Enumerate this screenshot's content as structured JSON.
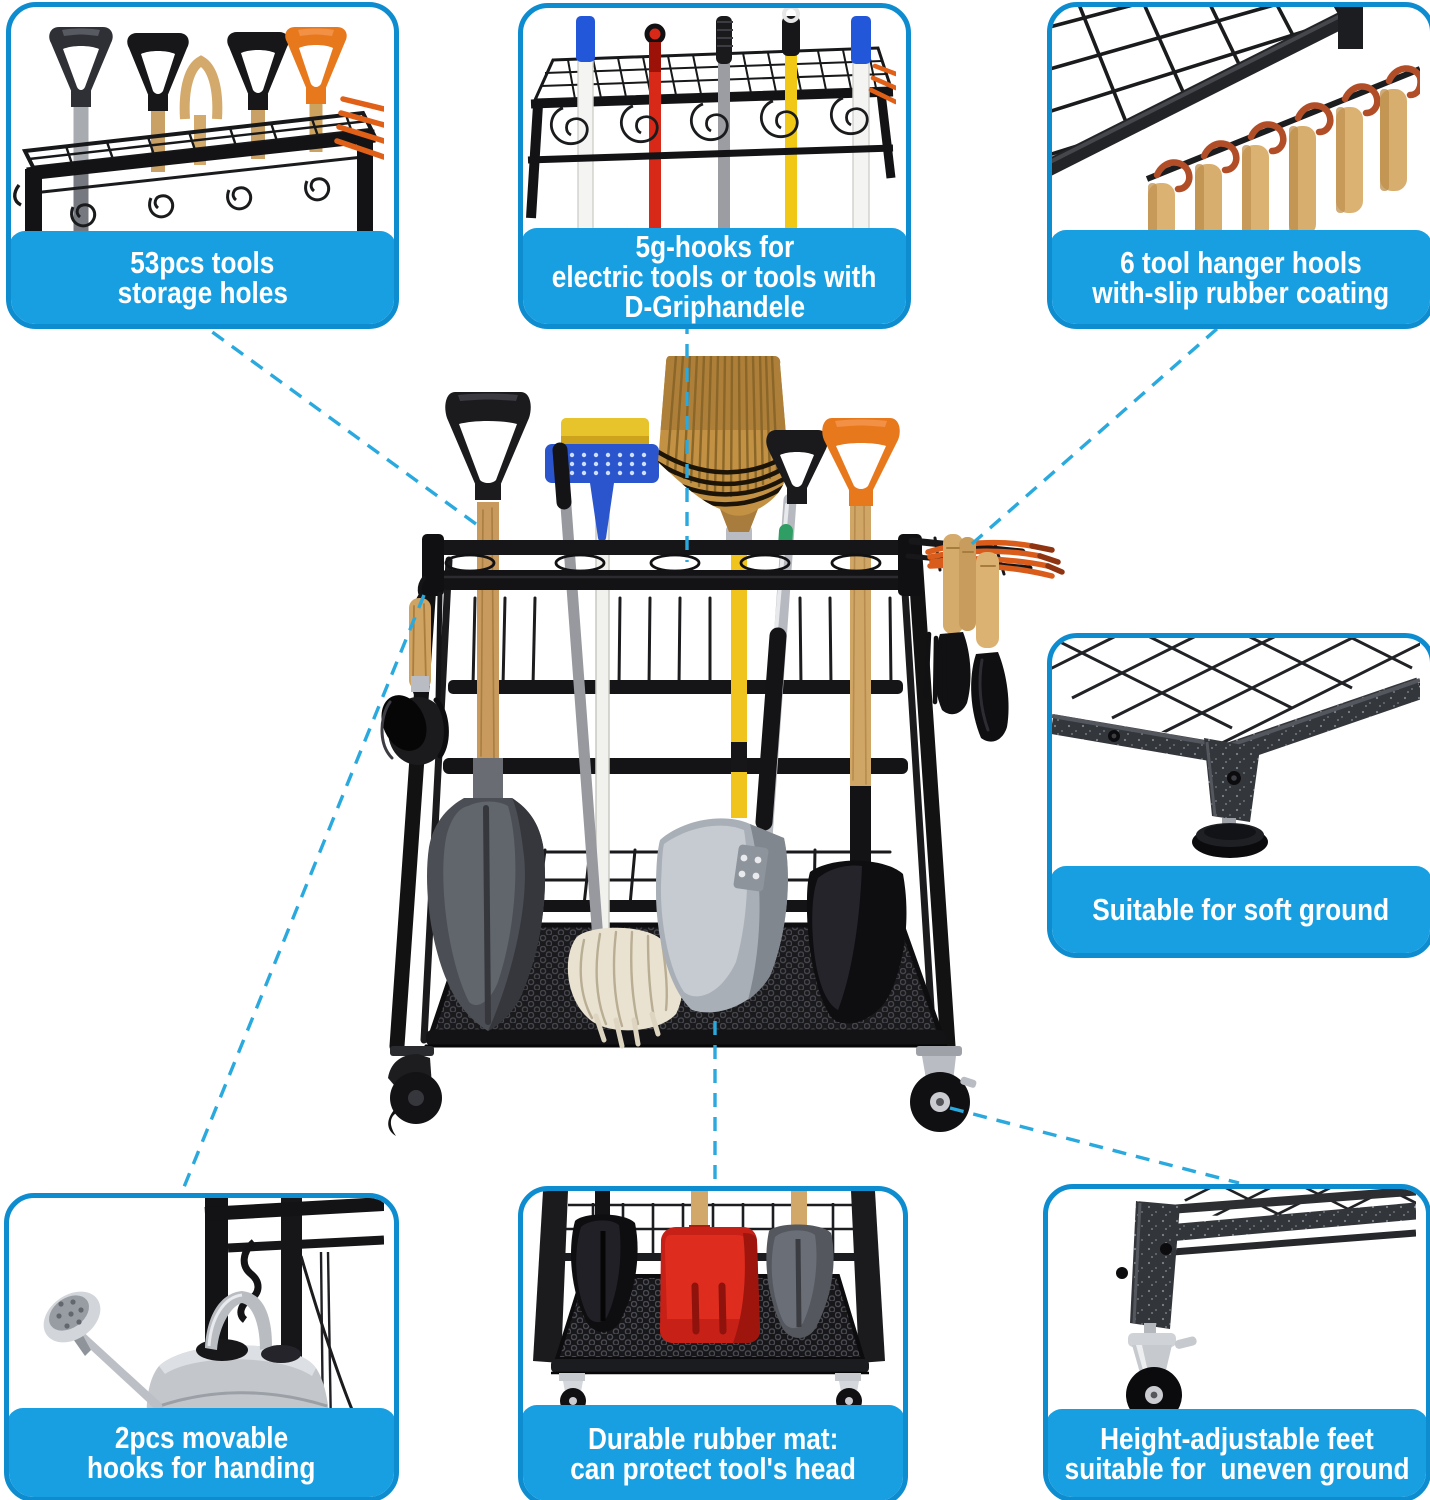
{
  "page_type": "product-feature-infographic",
  "product": "garden tool organizer cart",
  "colors": {
    "background": "#ffffff",
    "callout_border": "#0d8ccf",
    "callout_label_fill": "#189fe1",
    "label_text": "#ffffff",
    "leader_line": "#2aa9de"
  },
  "callouts": [
    {
      "id": "storage-holes",
      "label_lines": [
        "53pcs tools",
        "storage holes"
      ],
      "photo": "rack top corner with five D-grip tool handles standing in storage holes"
    },
    {
      "id": "g-hooks",
      "label_lines": [
        "5g-hooks for",
        "electric tools or tools with",
        "D-Griphandele"
      ],
      "photo": "wire rack top with five broom poles held by curly g-hooks"
    },
    {
      "id": "hanger-hooks",
      "label_lines": [
        "6 tool hanger hools",
        "with-slip rubber coating"
      ],
      "photo": "six wooden tool handles hanging on rubber coated hooks under mesh shelf"
    },
    {
      "id": "soft-ground",
      "label_lines": [
        "Suitable for soft ground"
      ],
      "photo": "rack corner leg with height adjustable round foot"
    },
    {
      "id": "movable-hooks",
      "label_lines": [
        "2pcs movable",
        "hooks for handing"
      ],
      "photo": "silver watering can hanging from movable s-hook on frame"
    },
    {
      "id": "rubber-mat",
      "label_lines": [
        "Durable rubber mat:",
        "can protect tool's head"
      ],
      "photo": "three shovel heads resting on perforated rubber mat shelf"
    },
    {
      "id": "adjustable-feet",
      "label_lines": [
        "Height-adjustable feet",
        "suitable for  uneven ground"
      ],
      "photo": "rack leg with swivel caster wheel"
    }
  ],
  "center_illustration": {
    "name": "tool-cart",
    "items": [
      "d-grip shovel",
      "squeegee",
      "mop",
      "corn broom",
      "silver shovel",
      "orange-grip shovel",
      "hand rakes",
      "garden trowels",
      "hanging cup",
      "caster wheels"
    ]
  }
}
